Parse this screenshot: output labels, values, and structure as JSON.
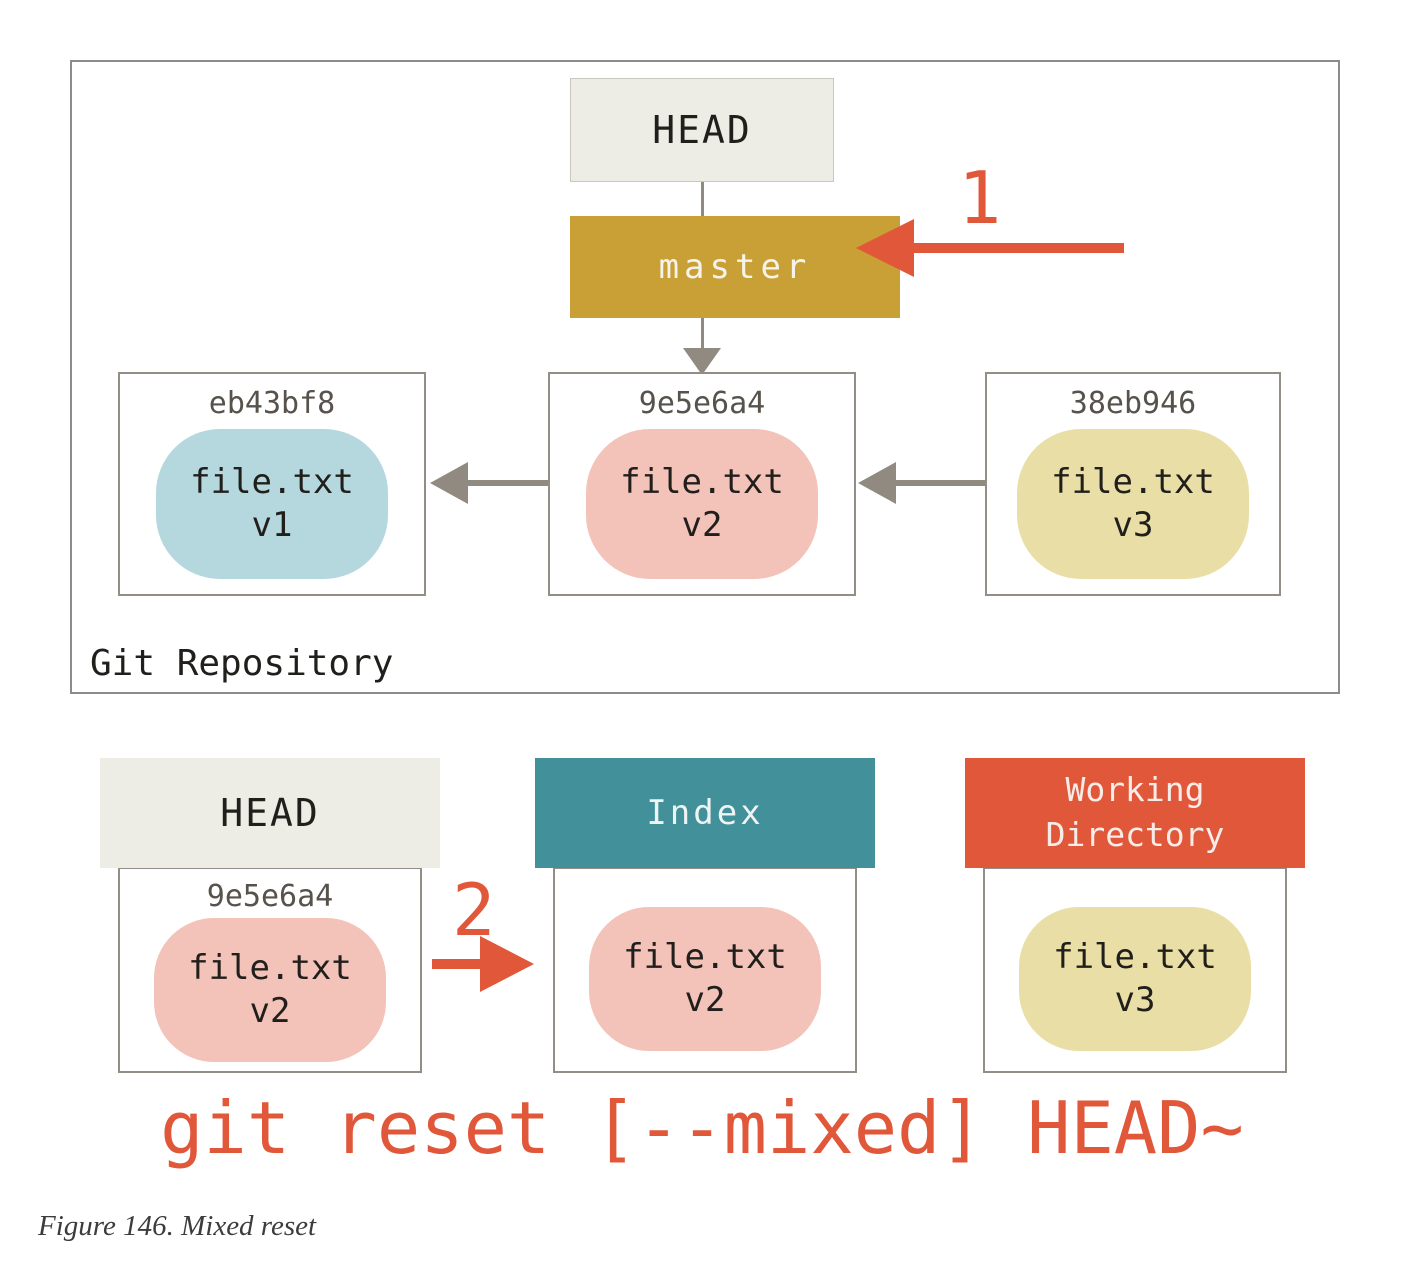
{
  "colors": {
    "accent_red": "#e0573a",
    "branch_gold": "#c9a035",
    "index_teal": "#41909a",
    "workdir_red": "#e0573a",
    "beige": "#eeede5",
    "blob_blue": "#b5d8de",
    "blob_pink": "#f3c3b9",
    "blob_yellow": "#e9dfa6"
  },
  "repository": {
    "label": "Git Repository",
    "head": "HEAD",
    "branch": "master",
    "commits": [
      {
        "hash": "eb43bf8",
        "file": "file.txt",
        "version": "v1"
      },
      {
        "hash": "9e5e6a4",
        "file": "file.txt",
        "version": "v2"
      },
      {
        "hash": "38eb946",
        "file": "file.txt",
        "version": "v3"
      }
    ]
  },
  "steps": {
    "one": "1",
    "two": "2"
  },
  "columns": [
    {
      "title": "HEAD",
      "hash": "9e5e6a4",
      "file": "file.txt",
      "version": "v2"
    },
    {
      "title": "Index",
      "file": "file.txt",
      "version": "v2"
    },
    {
      "title": "Working Directory",
      "file": "file.txt",
      "version": "v3"
    }
  ],
  "command": "git reset [--mixed] HEAD~",
  "caption": "Figure 146. Mixed reset"
}
